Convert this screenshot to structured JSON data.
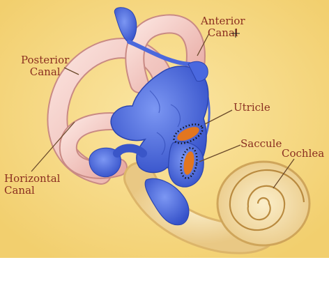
{
  "labels": {
    "anterior": [
      "Anterior",
      "Canal"
    ],
    "posterior": [
      "Posterior",
      "Canal"
    ],
    "horizontal": [
      "Horizontal",
      "Canal"
    ],
    "utricle": "Utricle",
    "saccule": "Saccule",
    "cochlea": "Cochlea"
  },
  "colors": {
    "background": "#f7dc86",
    "canal": "#f3c7c0",
    "vestibule": "#5577e6",
    "macula": "#e2761f",
    "cochlea": "#f5dfa8",
    "label_text": "#8a2e20"
  }
}
